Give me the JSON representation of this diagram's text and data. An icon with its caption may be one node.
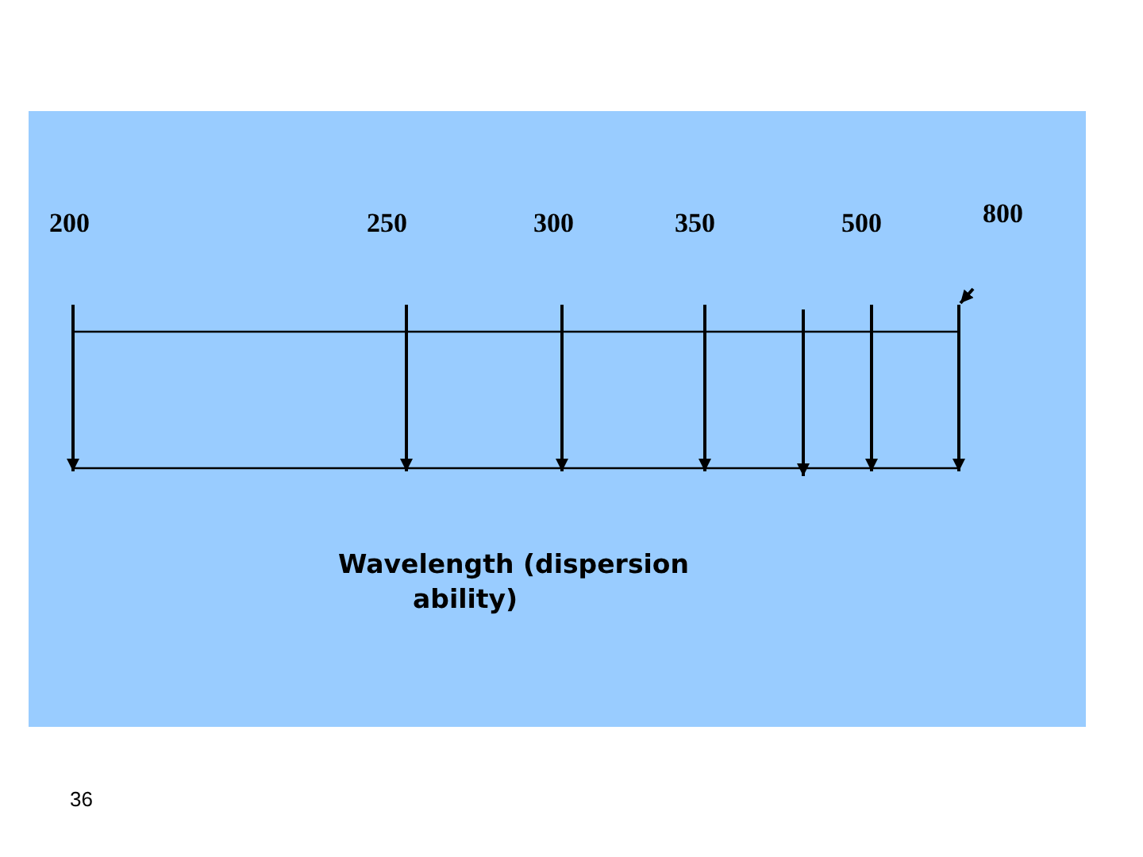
{
  "diagram": {
    "labels": [
      "200",
      "250",
      "300",
      "350",
      "500",
      "800",
      "Wavelength (dispersion ability)",
      "36"
    ]
  }
}
